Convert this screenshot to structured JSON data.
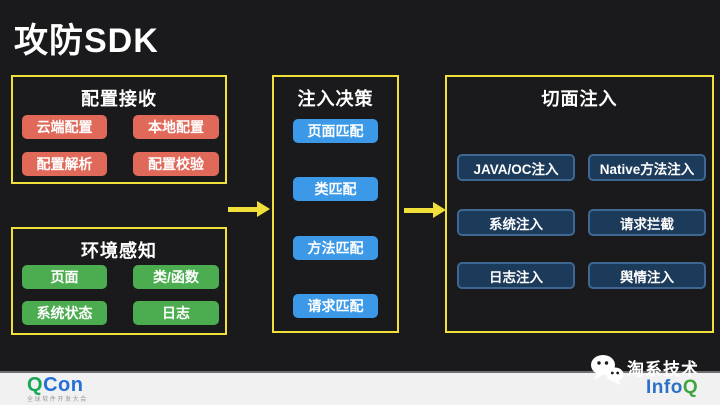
{
  "title": "攻防SDK",
  "panels": {
    "config": {
      "title": "配置接收",
      "items": [
        "云端配置",
        "本地配置",
        "配置解析",
        "配置校验"
      ]
    },
    "env": {
      "title": "环境感知",
      "items": [
        "页面",
        "类/函数",
        "系统状态",
        "日志"
      ]
    },
    "decision": {
      "title": "注入决策",
      "items": [
        "页面匹配",
        "类匹配",
        "方法匹配",
        "请求匹配"
      ]
    },
    "aspect": {
      "title": "切面注入",
      "items": [
        "JAVA/OC注入",
        "Native方法注入",
        "系统注入",
        "请求拦截",
        "日志注入",
        "舆情注入"
      ]
    }
  },
  "footer": {
    "qcon_q": "Q",
    "qcon_con": "Con",
    "qcon_subtitle": "全球软件开发大会",
    "wechat_brand": "淘系技术",
    "infoq_info": "Info",
    "infoq_q": "Q"
  },
  "icons": {
    "wechat": "wechat-icon",
    "arrow": "arrow-right-icon"
  },
  "colors": {
    "background": "#1A1A1C",
    "accent_yellow": "#F2E03A",
    "config_red": "#E0695A",
    "env_green": "#4BAC50",
    "decision_blue": "#3B99E8",
    "aspect_navy_fill": "#1C3A59",
    "aspect_navy_border": "#3E6793",
    "qcon_green": "#18A957",
    "qcon_blue": "#2470D6",
    "infoq_blue": "#2D70C8",
    "infoq_green": "#3FA53F",
    "footer_bg": "#F1F1F2"
  }
}
